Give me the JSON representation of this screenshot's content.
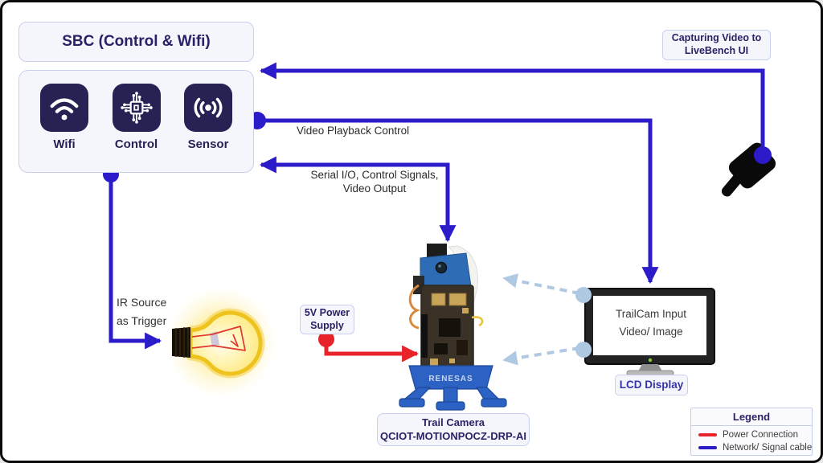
{
  "sbc": {
    "title": "SBC (Control & Wifi)",
    "modules": [
      {
        "label": "Wifi",
        "icon": "wifi-icon"
      },
      {
        "label": "Control",
        "icon": "circuit-chip-icon"
      },
      {
        "label": "Sensor",
        "icon": "signal-waves-icon"
      }
    ]
  },
  "annotations": {
    "capture_line1": "Capturing Video to",
    "capture_line2": "LiveBench UI",
    "video_playback": "Video Playback Control",
    "serial_line1": "Serial I/O, Control Signals,",
    "serial_line2": "Video Output",
    "ir_line1": "IR Source",
    "ir_line2": "as Trigger",
    "power_line1": "5V Power",
    "power_line2": "Supply"
  },
  "trail_camera": {
    "label_line1": "Trail Camera",
    "label_line2": "QCIOT-MOTIONPOCZ-DRP-AI",
    "brand": "RENESAS"
  },
  "monitor": {
    "screen_line1": "TrailCam Input",
    "screen_line2": "Video/ Image",
    "label": "LCD Display"
  },
  "legend": {
    "title": "Legend",
    "items": [
      {
        "label": "Power Connection",
        "color": "#E8232A"
      },
      {
        "label": "Network/ Signal cable",
        "color": "#2B1BC8"
      }
    ]
  },
  "colors": {
    "signal_blue": "#2B1BC8",
    "power_red": "#E8232A",
    "navy": "#272254",
    "box_bg": "#F5F5FC",
    "box_border": "#C9CFEF",
    "dashed_blue": "#AFC9E3"
  }
}
